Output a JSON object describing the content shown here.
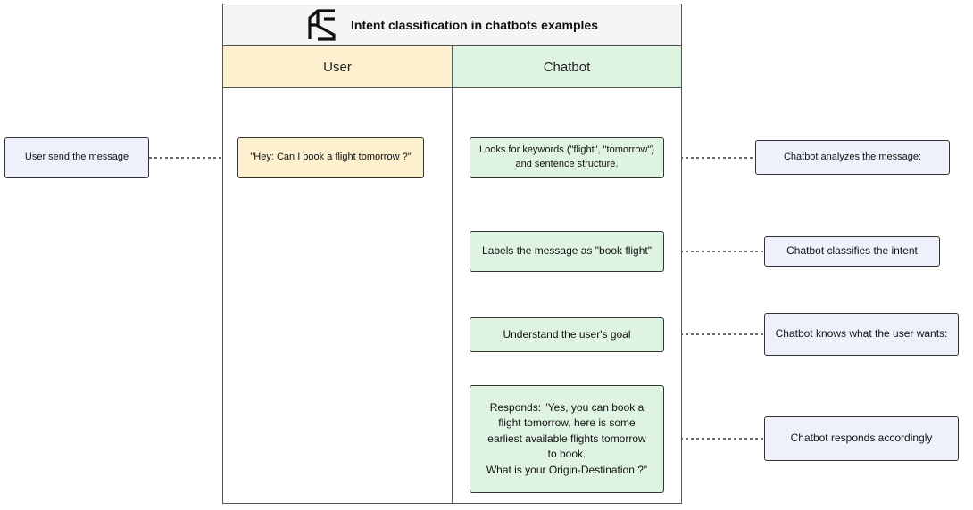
{
  "title": "Intent classification in chatbots examples",
  "lanes": {
    "user": "User",
    "chatbot": "Chatbot"
  },
  "nodes": {
    "user_message": "\"Hey: Can I book a flight tomorrow ?\"",
    "keywords": "Looks for keywords (\"flight\", \"tomorrow\")\nand sentence structure.",
    "label_msg": "Labels the message as \"book flight\"",
    "understand": "Understand the user's goal",
    "respond": "Responds: \"Yes, you can book a\nflight tomorrow, here is some\nearliest available flights tomorrow\nto book.\nWhat is your Origin-Destination ?\""
  },
  "annotations": {
    "user_send": "User send the message",
    "analyzes": "Chatbot analyzes the message:",
    "classifies": "Chatbot classifies the intent",
    "knows": "Chatbot knows what the user wants:",
    "responds": "Chatbot responds accordingly"
  },
  "colors": {
    "user_lane": "#fdf0cf",
    "chatbot_lane": "#dff3e2",
    "annotation": "#eef1fb",
    "border": "#333333"
  }
}
